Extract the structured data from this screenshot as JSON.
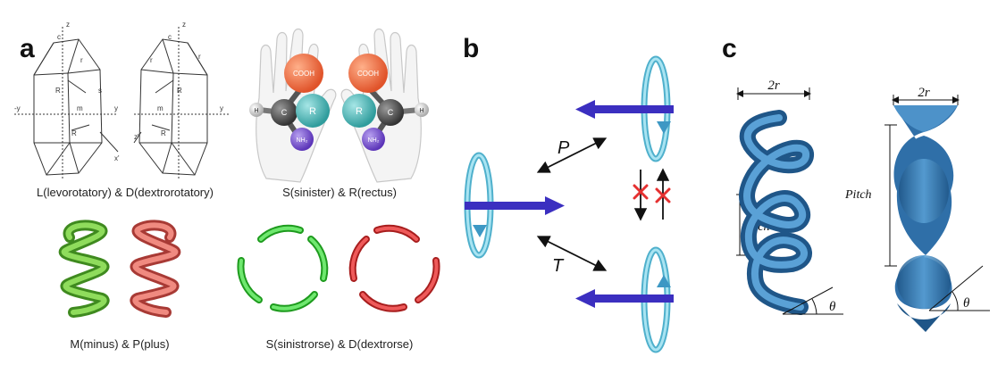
{
  "panel_a": {
    "letter": "a",
    "captions": {
      "crystal": "L(levorotatory) & D(dextrorotatory)",
      "molecule": "S(sinister) & R(rectus)",
      "helix": "M(minus) & P(plus)",
      "ring": "S(sinistrorse) & D(dextrorse)"
    },
    "crystal_axes": [
      "-y",
      "y",
      "z",
      "x",
      "m",
      "R",
      "r",
      "c",
      "s",
      "x'",
      "z'"
    ],
    "molecule_labels": {
      "cooh": "COOH",
      "c": "C",
      "r": "R",
      "h": "H",
      "nh2": "NH₂"
    },
    "colors": {
      "green": "#66c23a",
      "red": "#d55a52",
      "ring_green": "#3ec93e",
      "ring_red": "#d33a3a"
    }
  },
  "panel_b": {
    "letter": "b",
    "labels": {
      "p": "P",
      "t": "T"
    },
    "colors": {
      "ring": "#7fd0e4",
      "arrow": "#3b2fc0",
      "cross": "#e53030"
    }
  },
  "panel_c": {
    "letter": "c",
    "helix": {
      "width_label": "2r",
      "pitch_label": "Pitch",
      "angle_label": "θ"
    },
    "twist": {
      "width_label": "2r",
      "pitch_label": "Pitch",
      "angle_label": "θ"
    },
    "colors": {
      "blue": "#2f6fa8",
      "blue_light": "#4d92c9"
    }
  }
}
